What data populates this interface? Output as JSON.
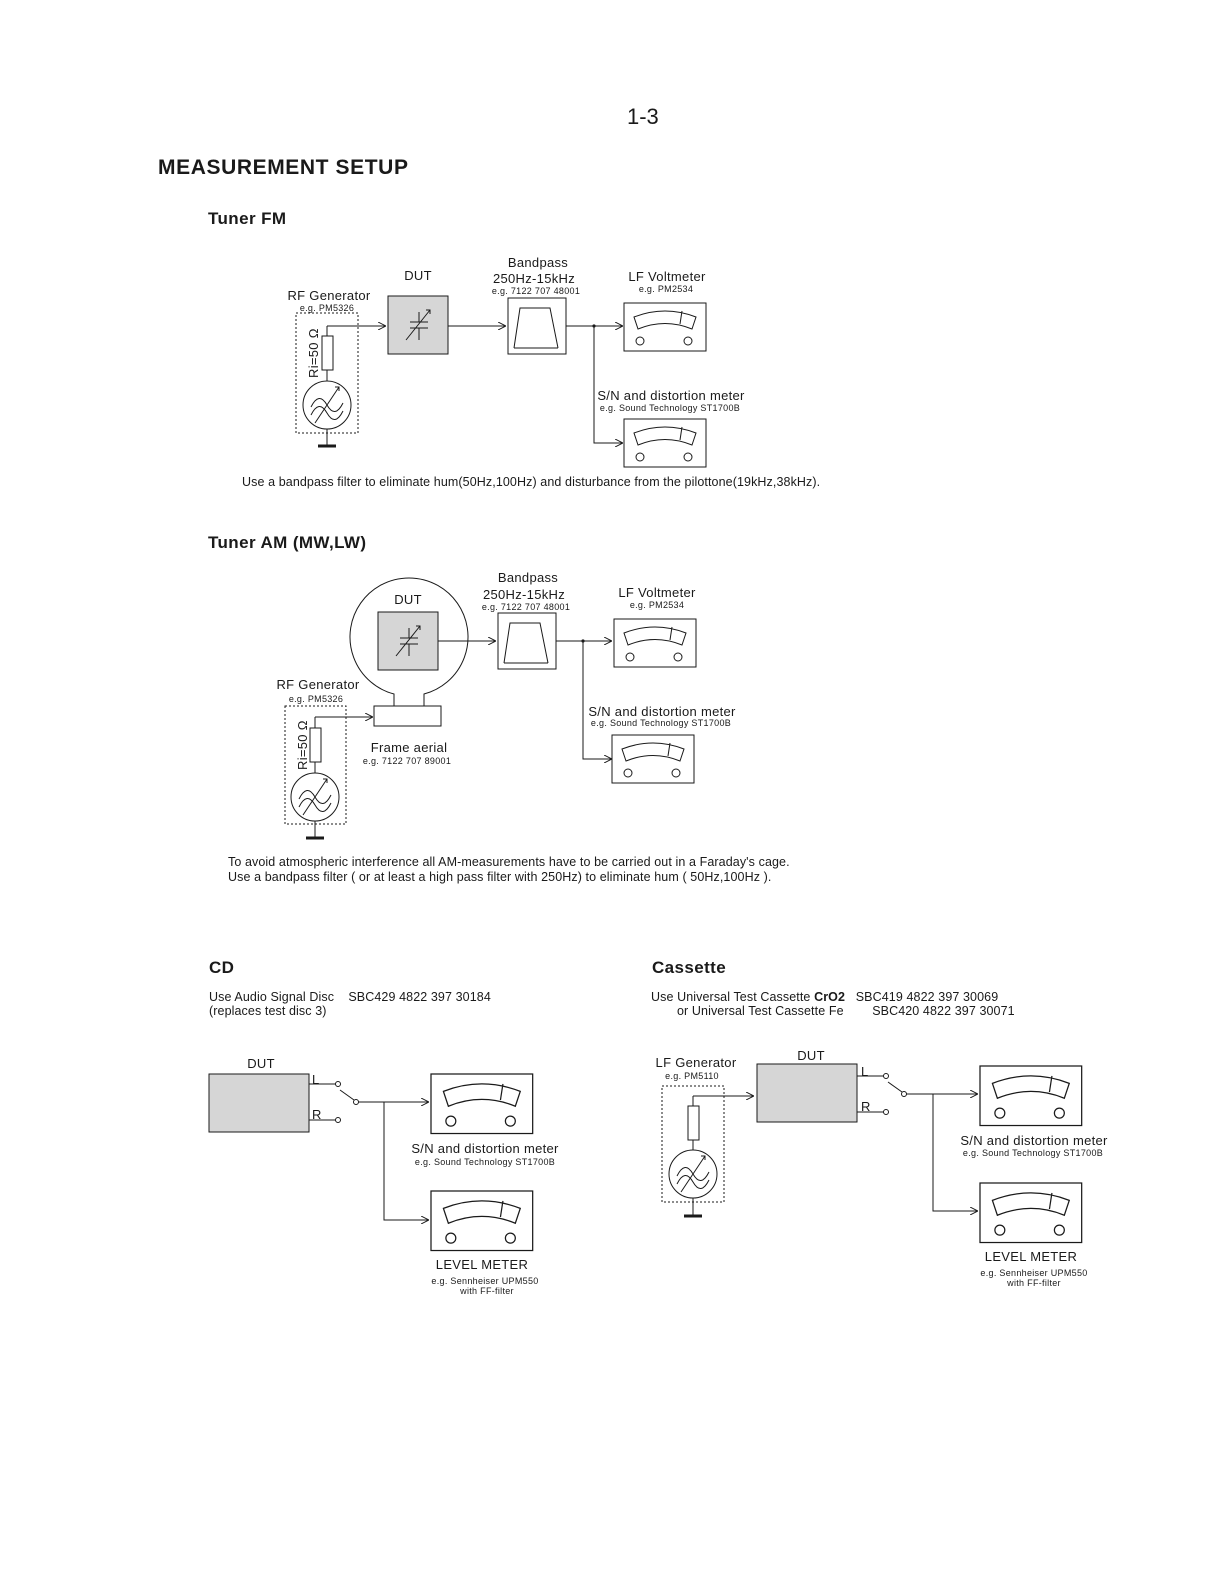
{
  "page_number": "1-3",
  "title": "MEASUREMENT SETUP",
  "fm": {
    "heading": "Tuner FM",
    "rf_generator": "RF Generator",
    "rf_generator_eg": "e.g. PM5326",
    "ri": "Ri=50 Ω",
    "dut": "DUT",
    "bandpass": "Bandpass",
    "bandpass_range": "250Hz-15kHz",
    "bandpass_eg": "e.g. 7122  707 48001",
    "lf_voltmeter": "LF Voltmeter",
    "lf_voltmeter_eg": "e.g. PM2534",
    "sn_meter": "S/N and distortion meter",
    "sn_meter_eg": "e.g. Sound Technology ST1700B",
    "note": "Use a bandpass  filter to eliminate hum(50Hz,100Hz) and disturbance from the pilottone(19kHz,38kHz)."
  },
  "am": {
    "heading": "Tuner AM (MW,LW)",
    "rf_generator": "RF Generator",
    "rf_generator_eg": "e.g. PM5326",
    "ri": "Ri=50 Ω",
    "dut": "DUT",
    "bandpass": "Bandpass",
    "bandpass_range": "250Hz-15kHz",
    "bandpass_eg": "e.g. 7122 707 48001",
    "lf_voltmeter": "LF Voltmeter",
    "lf_voltmeter_eg": "e.g. PM2534",
    "sn_meter": "S/N and distortion meter",
    "sn_meter_eg": "e.g. Sound Technology ST1700B",
    "frame_aerial": "Frame aerial",
    "frame_aerial_eg": "e.g. 7122 707 89001",
    "note_line1": "To avoid atmospheric interference all AM-measurements have to be carried out in a Faraday's cage.",
    "note_line2": "Use a bandpass filter ( or at least a high pass filter with 250Hz) to eliminate hum ( 50Hz,100Hz )."
  },
  "cd": {
    "heading": "CD",
    "desc_line1": "Use Audio Signal Disc    SBC429 4822 397 30184",
    "desc_line2": "(replaces test disc 3)",
    "dut": "DUT",
    "left": "L",
    "right": "R",
    "sn_meter": "S/N and distortion meter",
    "sn_meter_eg": "e.g. Sound Technology ST1700B",
    "level_meter": "LEVEL METER",
    "level_meter_eg1": "e.g. Sennheiser UPM550",
    "level_meter_eg2": "with FF-filter"
  },
  "cassette": {
    "heading": "Cassette",
    "desc_line1_a": "Use Universal Test Cassette ",
    "desc_line1_b": "CrO2",
    "desc_line1_c": "   SBC419 4822 397 30069",
    "desc_line2": "or Universal Test Cassette Fe        SBC420 4822 397 30071",
    "lf_generator": "LF Generator",
    "lf_generator_eg": "e.g. PM5110",
    "dut": "DUT",
    "left": "L",
    "right": "R",
    "sn_meter": "S/N and distortion meter",
    "sn_meter_eg": "e.g. Sound Technology ST1700B",
    "level_meter": "LEVEL METER",
    "level_meter_eg1": "e.g. Sennheiser UPM550",
    "level_meter_eg2": "with FF-filter"
  }
}
